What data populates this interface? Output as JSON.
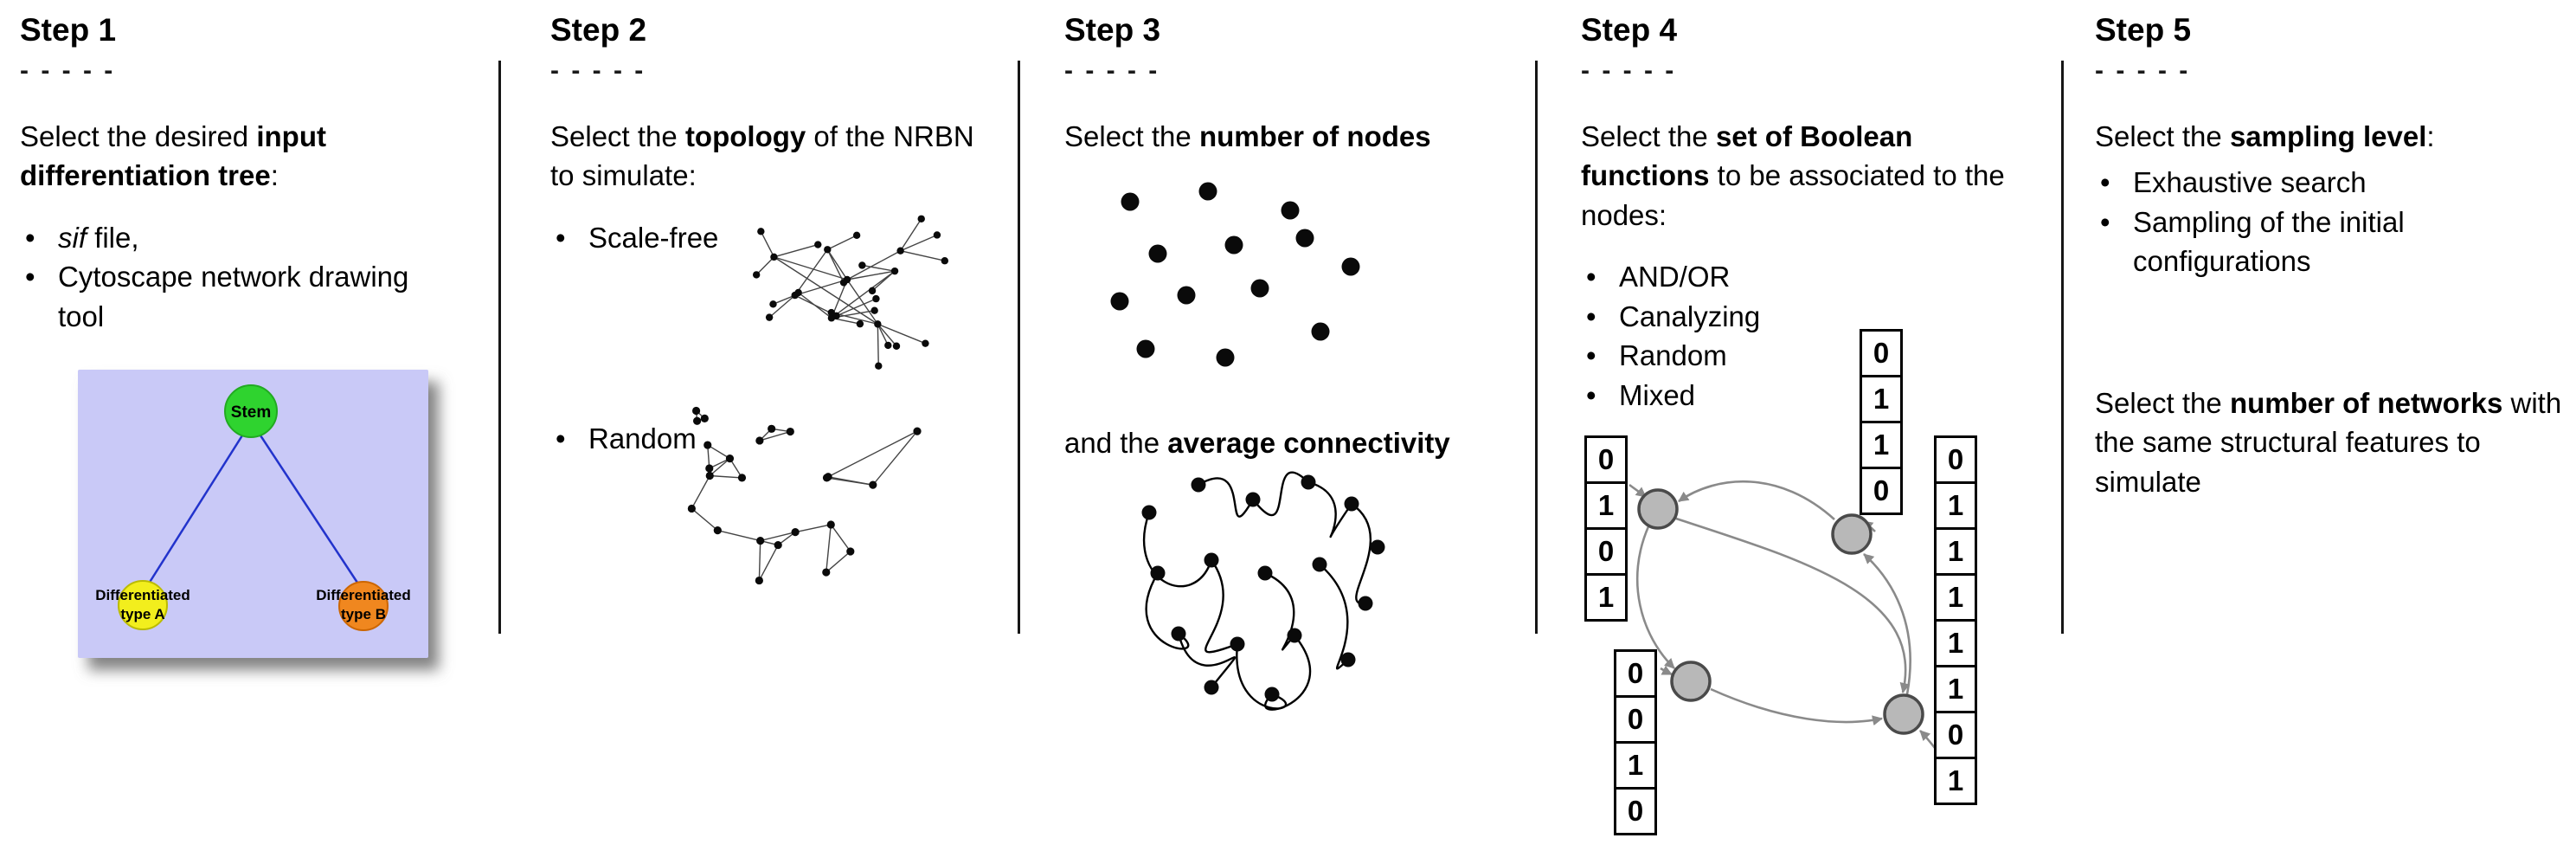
{
  "glyphs": {
    "bullet": "•"
  },
  "colors": {
    "stem_green": "#2fd32f",
    "type_a_yellow": "#f2ee1d",
    "type_b_orange": "#f0871f",
    "tree_bg": "#c9c9f7",
    "tree_edge_blue": "#2233cc",
    "node_gray": "#b8b8b8",
    "arrow_gray": "#8a8a8a"
  },
  "steps": [
    {
      "title": "Step 1",
      "dashes": "- - - - -",
      "intro": {
        "pre": "Select the desired ",
        "bold": "input differentiation tree",
        "post": ":"
      },
      "bullets": [
        {
          "italic": "sif",
          "text": " file,"
        },
        {
          "italic": "",
          "text": "Cytoscape network drawing tool"
        }
      ],
      "tree": {
        "stem": "Stem",
        "typeA_line1": "Differentiated",
        "typeA_line2": "type A",
        "typeB_line1": "Differentiated",
        "typeB_line2": "type B"
      }
    },
    {
      "title": "Step 2",
      "dashes": "- - - - -",
      "intro": {
        "pre": "Select the ",
        "bold": "topology",
        "post": " of the NRBN to simulate:"
      },
      "bullets": [
        {
          "text": "Scale-free"
        },
        {
          "text": "Random"
        }
      ]
    },
    {
      "title": "Step 3",
      "dashes": "- - - - -",
      "line1": {
        "pre": "Select the ",
        "bold": "number of nodes",
        "post": ""
      },
      "line2": {
        "pre": "and the ",
        "bold": "average connectivity",
        "post": ""
      }
    },
    {
      "title": "Step 4",
      "dashes": "- - - - -",
      "intro": {
        "pre": "Select the ",
        "bold": "set of Boolean functions",
        "post": " to be associated to the nodes:"
      },
      "bullets": [
        {
          "text": "AND/OR"
        },
        {
          "text": "Canalyzing"
        },
        {
          "text": "Random"
        },
        {
          "text": "Mixed"
        }
      ],
      "tables": {
        "left": [
          "0",
          "1",
          "0",
          "1"
        ],
        "top": [
          "0",
          "1",
          "1",
          "0"
        ],
        "bottom_left": [
          "0",
          "0",
          "1",
          "0"
        ],
        "right": [
          "0",
          "1",
          "1",
          "1",
          "1",
          "1",
          "0",
          "1"
        ]
      }
    },
    {
      "title": "Step 5",
      "dashes": "- - - - -",
      "intro": {
        "pre": "Select the ",
        "bold": "sampling level",
        "post": ":"
      },
      "bullets": [
        {
          "text": "Exhaustive search"
        },
        {
          "text": "Sampling of the initial configurations"
        }
      ],
      "second": {
        "pre": "Select the ",
        "bold": "number of networks",
        "post": " with the same structural features to simulate"
      }
    }
  ]
}
